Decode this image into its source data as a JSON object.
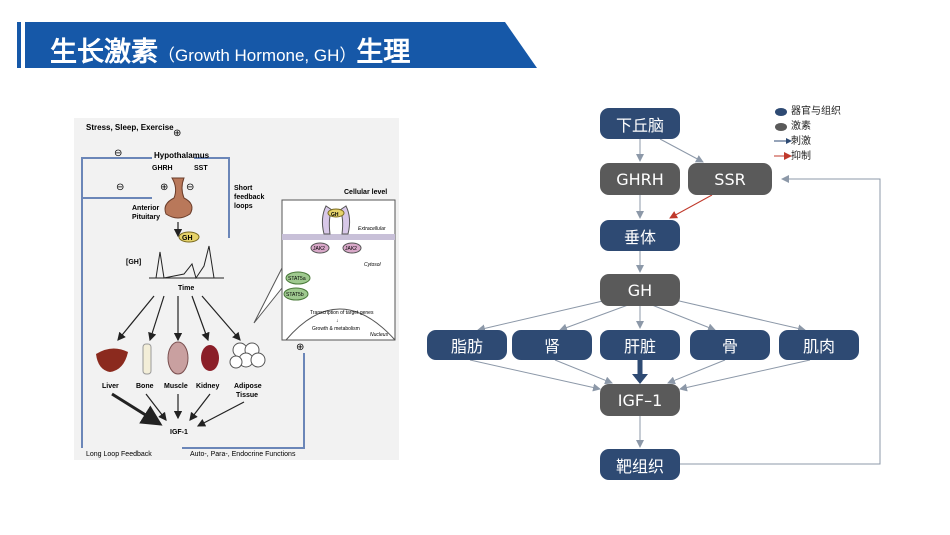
{
  "title": {
    "main_prefix": "生长激素",
    "sub": "（Growth Hormone, GH）",
    "main_suffix": "生理"
  },
  "figure": {
    "top_inputs": "Stress, Sleep, Exercise",
    "hypothalamus": "Hypothalamus",
    "ghrh": "GHRH",
    "sst": "SST",
    "anterior_pituitary": "Anterior Pituitary",
    "short_feedback": "Short feedback loops",
    "gh": "GH",
    "gh_level": "[GH]",
    "time": "Time",
    "cellular_level": "Cellular level",
    "extracellular": "Extracellular",
    "cytosol": "Cytosol",
    "jak2": "JAK2",
    "stat5a": "STAT5a",
    "stat5b": "STAT5b",
    "transcription": "Transcription of target genes",
    "down_arrow": "↓",
    "growth_metabolism": "Growth & metabolism",
    "nucleus": "Nucleus",
    "organs": [
      "Liver",
      "Bone",
      "Muscle",
      "Kidney",
      "Adipose Tissue"
    ],
    "igf1": "IGF-1",
    "long_loop": "Long Loop Feedback",
    "auto_para": "Auto-, Para-, Endocrine Functions"
  },
  "flowchart": {
    "hypothalamus": "下丘脑",
    "ghrh": "GHRH",
    "ssr": "SSR",
    "pituitary": "垂体",
    "gh": "GH",
    "organs": [
      "脂肪",
      "肾",
      "肝脏",
      "骨",
      "肌肉"
    ],
    "igf1": "IGF–1",
    "target": "靶组织"
  },
  "legend": {
    "organ": "器官与组织",
    "hormone": "激素",
    "stimulate": "刺激",
    "inhibit": "抑制"
  },
  "colors": {
    "title_bar": "#1658a8",
    "organ_node": "#2e4a73",
    "hormone_node": "#5a5a5a",
    "stimulate_arrow": "#8c98a8",
    "inhibit_arrow": "#c0392b"
  }
}
